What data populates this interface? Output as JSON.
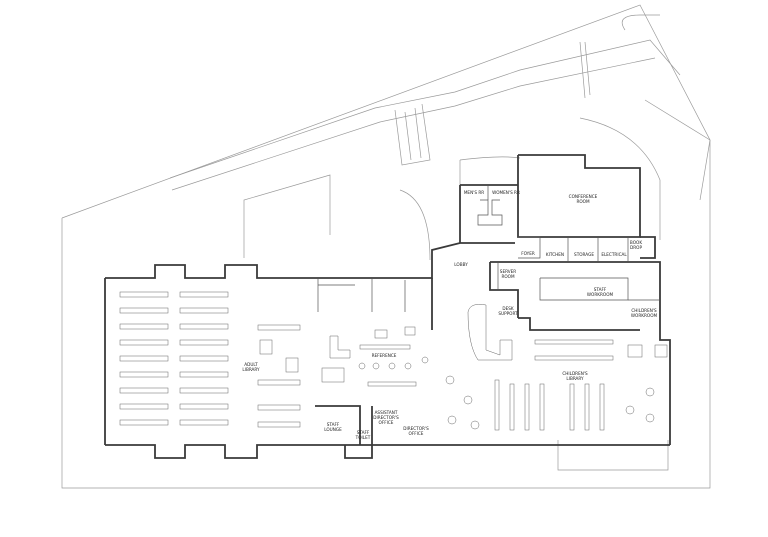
{
  "rooms": {
    "mens_rr": "MEN'S RR",
    "womens_rr": "WOMEN'S RR",
    "conference_room": [
      "CONFERENCE",
      "ROOM"
    ],
    "lobby": "LOBBY",
    "foyer": "FOYER",
    "kitchen": "KITCHEN",
    "storage": "STORAGE",
    "electrical": "ELECTRICAL",
    "book_drop": [
      "BOOK",
      "DROP"
    ],
    "server_room": [
      "SERVER",
      "ROOM"
    ],
    "staff_workroom": [
      "STAFF",
      "WORKROOM"
    ],
    "desk_support": [
      "DESK",
      "SUPPORT"
    ],
    "childrens_workroom": [
      "CHILDREN'S",
      "WORKROOM"
    ],
    "adult_library": [
      "ADULT",
      "LIBRARY"
    ],
    "reference": "REFERENCE",
    "childrens_library": [
      "CHILDREN'S",
      "LIBRARY"
    ],
    "staff_lounge": [
      "STAFF",
      "LOUNGE"
    ],
    "staff_toilet": [
      "STAFF",
      "TOILET"
    ],
    "assistant_directors_office": [
      "ASSISTANT",
      "DIRECTOR'S",
      "OFFICE"
    ],
    "directors_office": [
      "DIRECTOR'S",
      "OFFICE"
    ]
  }
}
